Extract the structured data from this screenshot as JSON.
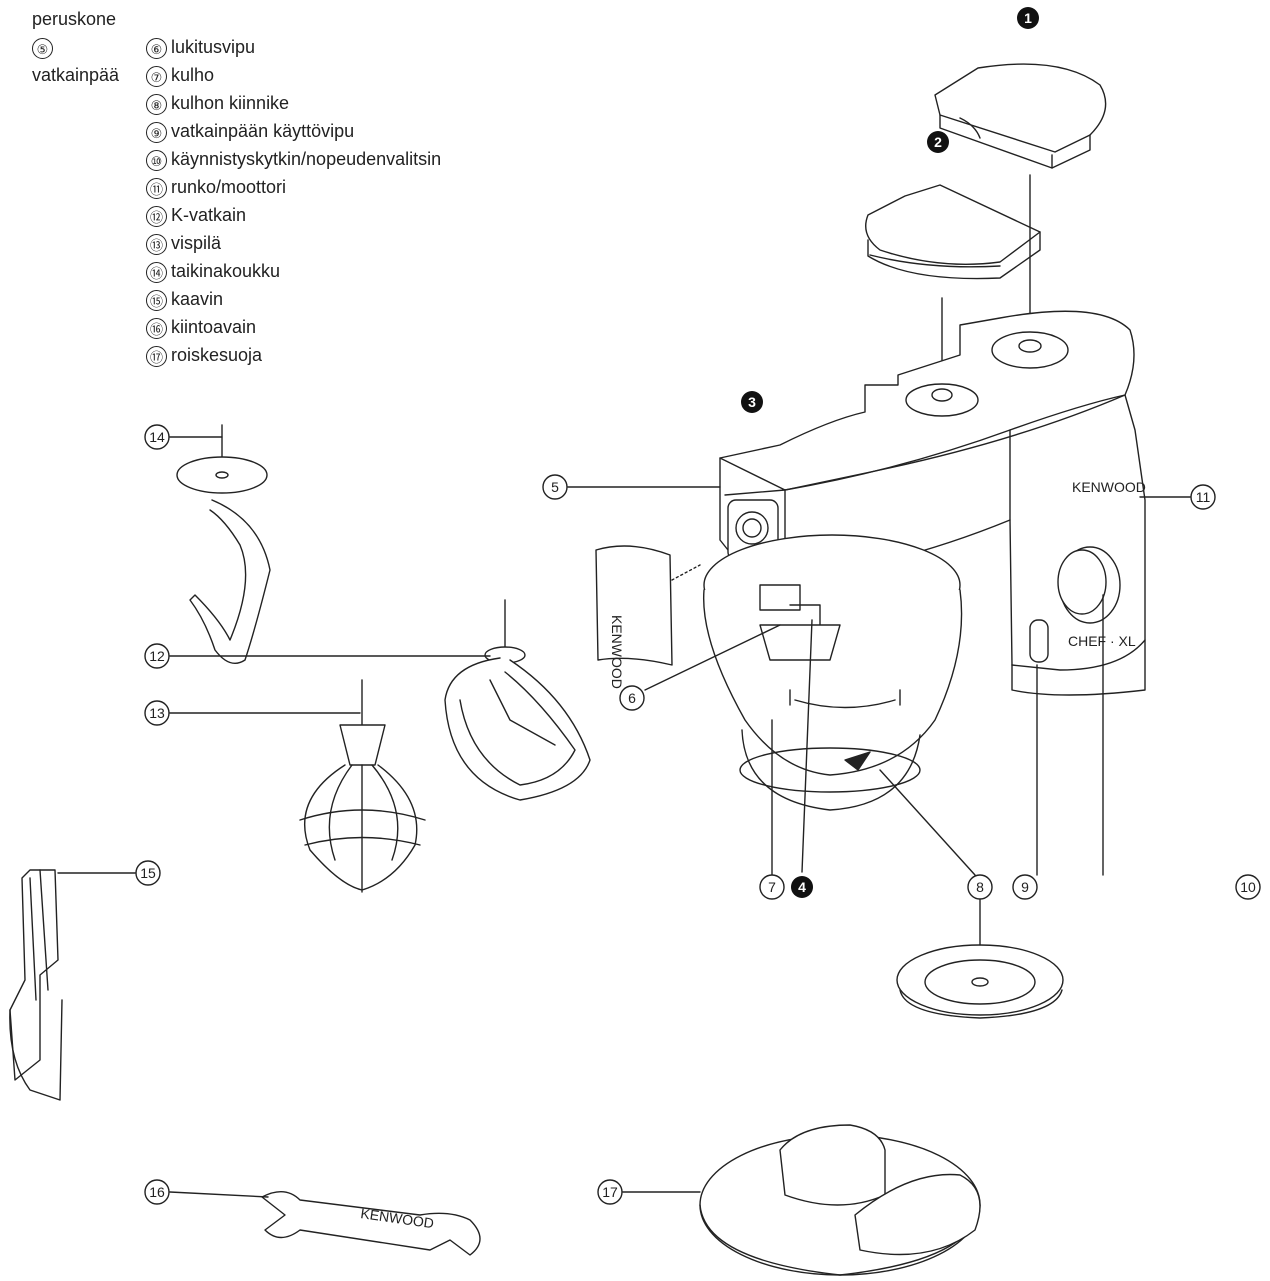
{
  "legend": {
    "group_label": "peruskone",
    "items": [
      {
        "num": "⑤",
        "text": "vatkainpää"
      },
      {
        "num": "⑥",
        "text": "lukitusvipu"
      },
      {
        "num": "⑦",
        "text": "kulho"
      },
      {
        "num": "⑧",
        "text": "kulhon kiinnike"
      },
      {
        "num": "⑨",
        "text": "vatkainpään käyttövipu"
      },
      {
        "num": "⑩",
        "text": "käynnistyskytkin/nopeudenvalitsin"
      },
      {
        "num": "⑪",
        "text": "runko/moottori"
      },
      {
        "num": "⑫",
        "text": "K-vatkain"
      },
      {
        "num": "⑬",
        "text": "vispilä"
      },
      {
        "num": "⑭",
        "text": "taikinakoukku"
      },
      {
        "num": "⑮",
        "text": "kaavin"
      },
      {
        "num": "⑯",
        "text": "kiintoavain"
      },
      {
        "num": "⑰",
        "text": "roiskesuoja"
      }
    ]
  },
  "callouts": {
    "c1": "1",
    "c2": "2",
    "c3": "3",
    "c4": "4",
    "c5": "5",
    "c6": "6",
    "c7": "7",
    "c8": "8",
    "c9": "9",
    "c10": "10",
    "c11": "11",
    "c12": "12",
    "c13": "13",
    "c14": "14",
    "c15": "15",
    "c16": "16",
    "c17": "17"
  },
  "brand": {
    "wrench": "KENWOOD",
    "cover": "KENWOOD",
    "body": "KENWOOD",
    "dial": "CHEF · XL"
  }
}
